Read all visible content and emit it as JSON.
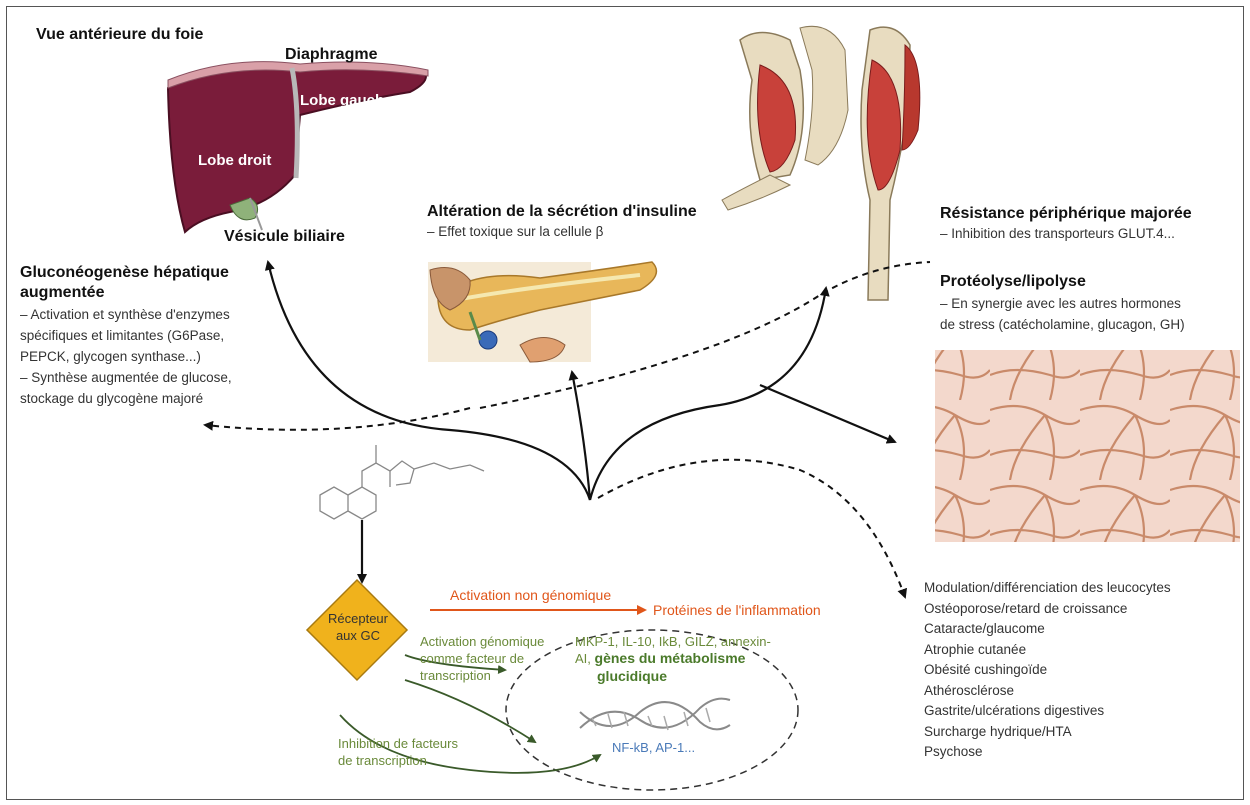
{
  "liver": {
    "title": "Vue antérieure du foie",
    "diaphragm": "Diaphragme",
    "left_lobe": "Lobe gauche",
    "right_lobe": "Lobe droit",
    "gallbladder": "Vésicule biliaire"
  },
  "gluconeo": {
    "title_line1": "Gluconéogenèse hépatique",
    "title_line2": "augmentée",
    "lines": [
      "– Activation et synthèse d'enzymes",
      "spécifiques et limitantes (G6Pase,",
      "PEPCK, glycogen synthase...)",
      "– Synthèse augmentée de glucose,",
      "stockage du glycogène majoré"
    ]
  },
  "insulin": {
    "title": "Altération de la sécrétion d'insuline",
    "line": "– Effet toxique sur la cellule β"
  },
  "resistance": {
    "title": "Résistance périphérique majorée",
    "line": "– Inhibition des transporteurs GLUT.4..."
  },
  "proteolysis": {
    "title": "Protéolyse/lipolyse",
    "lines": [
      "– En synergie avec les autres hormones",
      "de stress (catécholamine, glucagon, GH)"
    ]
  },
  "effects_list": [
    "Modulation/différenciation des leucocytes",
    "Ostéoporose/retard de croissance",
    "Cataracte/glaucome",
    "Atrophie cutanée",
    "Obésité cushingoïde",
    "Athérosclérose",
    "Gastrite/ulcérations digestives",
    "Surcharge hydrique/HTA",
    "Psychose"
  ],
  "box": {
    "receptor_line1": "Récepteur",
    "receptor_line2": "aux GC",
    "non_genomic": "Activation non génomique",
    "inflammation": "Protéines de l'inflammation",
    "genomic_lines": [
      "Activation génomique",
      "comme facteur de",
      "transcription"
    ],
    "genes_line1": "MKP-1, IL-10, IkB, GILZ, annexin-",
    "genes_line2_prefix": "AI, ",
    "genes_line2_bold": "gènes du métabolisme",
    "genes_line3_bold": "glucidique",
    "nfkb": "NF-kB, AP-1...",
    "inhibition_lines": [
      "Inhibition de facteurs",
      "de transcription"
    ]
  },
  "colors": {
    "box_fill": "#f2ec5c",
    "receptor_fill": "#f0b21c",
    "liver": "#7a1c3a",
    "muscle": "#c8413a",
    "orange_text": "#e0561a",
    "green_text": "#6a8a3a",
    "blue_text": "#4a7ab8"
  }
}
